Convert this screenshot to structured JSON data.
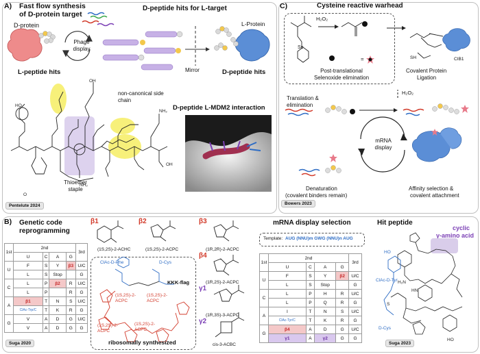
{
  "panel_a": {
    "letter": "A)",
    "title1": "Fast flow synthesis",
    "title2": "of D-protein target",
    "d_protein": "D-protein",
    "phage_display": "Phage display",
    "l_peptide_hits": "L-peptide hits",
    "d_peptide_hits_title": "D-peptide hits for L-target",
    "mirror": "Mirror",
    "l_protein": "L-Protein",
    "d_peptide_hits": "D-peptide hits",
    "noncanonical": "non-canonical side chain",
    "thioether": "Thioether staple",
    "interaction_title": "D-peptide L-MDM2 interaction",
    "ref": "Pentelute 2024"
  },
  "panel_c": {
    "letter": "C)",
    "title": "Cysteine reactive warhead",
    "reagent1": "H₂O₂",
    "eq1": "= ●",
    "eq2": "=",
    "post1": "Post-translational",
    "post2": "Selenoxide elimination",
    "covalent1": "Covalent Protein",
    "covalent2": "Ligation",
    "cib1": "CIB1",
    "sh": "SH",
    "se": "Se",
    "translation1": "Translation &",
    "translation2": "elimination",
    "reagent2": "H₂O₂",
    "mrna1": "mRNA",
    "mrna2": "display",
    "denat1": "Denaturation",
    "denat2": "(covalent binders remain)",
    "affinity1": "Affinity selection &",
    "affinity2": "covalent attachment",
    "ref": "Bowers 2023"
  },
  "panel_b": {
    "letter": "B)",
    "title1": "Genetic code",
    "title2": "reprogramming",
    "table1": {
      "first": "1st",
      "second": "2nd",
      "third": "3rd",
      "cols": [
        "U",
        "C",
        "A",
        "G"
      ],
      "rows": [
        [
          "U",
          "F",
          "S",
          "Y",
          "β3",
          "U/C"
        ],
        [
          "",
          "L",
          "S",
          "Stop",
          "",
          "G"
        ],
        [
          "C",
          "L",
          "P",
          "β2",
          "R",
          "U/C"
        ],
        [
          "",
          "L",
          "P",
          "",
          "R",
          "G"
        ],
        [
          "A",
          "β1",
          "T",
          "N",
          "S",
          "U/C"
        ],
        [
          "",
          "ClAc-Trp/C",
          "T",
          "K",
          "R",
          "G"
        ],
        [
          "G",
          "V",
          "A",
          "D",
          "G",
          "U/C"
        ],
        [
          "",
          "V",
          "A",
          "D",
          "G",
          "G"
        ]
      ]
    },
    "ref1": "Suga 2020",
    "b1": "β1",
    "b1_name": "(1S,2S)-2-ACHC",
    "b2": "β2",
    "b2_name": "(1S,2S)-2-ACPC",
    "b3": "β3",
    "b3_name": "(1R,2R)-2-ACPC",
    "b4": "β4",
    "b4_name": "(1R,2S)-2-ACPC",
    "g1": "γ1",
    "g1_name": "(1R,3S)-3-ACPC",
    "g2": "γ2",
    "g2_name": "cis-3-ACBC",
    "clac_phe": "ClAc-D-Phe",
    "d_cys": "D-Cys",
    "flag": "KKK-flag",
    "acpc1": "(1S,2S)-2-ACPC",
    "acpc2": "(1S,2S)-2-ACPC",
    "acpc3": "(1S,2S)-2-ACPC",
    "acpc4": "(1S,2S)-2-ACPC",
    "ribo": "ribosomally synthesized",
    "nh2": "NH₂",
    "oh": "OH",
    "o": "O",
    "h2n": "H₂N"
  },
  "panel_mrna": {
    "title": "mRNA display selection",
    "template_label": "Template:",
    "template": "AUG (NNU)m GWG (NNU)n AUG",
    "table2": {
      "first": "1st",
      "second": "2nd",
      "third": "3rd",
      "cols": [
        "U",
        "C",
        "A",
        "G"
      ],
      "rows": [
        [
          "U",
          "F",
          "S",
          "Y",
          "β2",
          "U/C"
        ],
        [
          "",
          "L",
          "S",
          "Stop",
          "",
          "G"
        ],
        [
          "C",
          "L",
          "P",
          "H",
          "R",
          "U/C"
        ],
        [
          "",
          "L",
          "P",
          "Q",
          "R",
          "G"
        ],
        [
          "A",
          "I",
          "T",
          "N",
          "S",
          "U/C"
        ],
        [
          "",
          "ClAc-Tyr/C",
          "T",
          "K",
          "R",
          "G"
        ],
        [
          "G",
          "β4",
          "A",
          "D",
          "G",
          "U/C"
        ],
        [
          "",
          "γ1",
          "A",
          "γ2",
          "G",
          "G"
        ]
      ]
    }
  },
  "panel_hit": {
    "title": "Hit peptide",
    "cyclic1": "cyclic",
    "cyclic2": "γ-amino acid",
    "clac_tyr": "ClAc-D-Tyr",
    "d_cys": "D-Cys",
    "ref": "Suga 2023",
    "ho": "HO",
    "s": "S",
    "hn": "HN",
    "nh2": "H₂N"
  },
  "colors": {
    "red": "#d23a2a",
    "blue": "#2d6cc4",
    "purple": "#7b3fb5",
    "yellow": "#f5ef6a",
    "lavender": "#d9cdea",
    "pink_protein": "#e87a7a",
    "blue_protein": "#5b8ed6"
  }
}
